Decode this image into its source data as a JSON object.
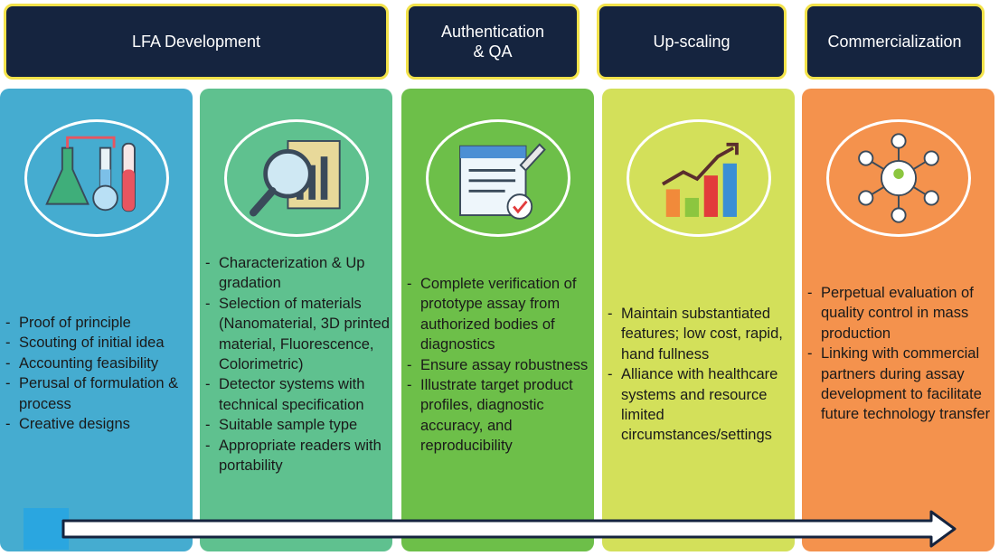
{
  "headers": {
    "lfa_development": "LFA Development",
    "authentication": "Authentication\n& QA",
    "upscaling": "Up-scaling",
    "commercialization": "Commercialization"
  },
  "columns": [
    {
      "icon": "lab-flask-icon",
      "items": [
        "Proof of principle",
        "Scouting of initial idea",
        "Accounting feasibility",
        "Perusal of formulation & process",
        "Creative designs"
      ]
    },
    {
      "icon": "magnifier-chart-icon",
      "items": [
        "Characterization & Up gradation",
        "Selection of materials (Nanomaterial, 3D printed material, Fluorescence, Colorimetric)",
        "Detector systems with technical specification",
        "Suitable sample type",
        "Appropriate readers with portability"
      ]
    },
    {
      "icon": "clipboard-check-icon",
      "items": [
        "Complete verification of prototype assay from authorized bodies of diagnostics",
        "Ensure assay robustness",
        "Illustrate target product profiles, diagnostic accuracy, and reproducibility"
      ]
    },
    {
      "icon": "growth-chart-icon",
      "items": [
        "Maintain substantiated features; low cost, rapid, hand fullness",
        "Alliance with healthcare systems and resource limited circumstances/settings"
      ]
    },
    {
      "icon": "network-people-icon",
      "items": [
        "Perpetual evaluation of quality control in mass production",
        "Linking with commercial partners during assay development to facilitate future technology transfer"
      ]
    }
  ],
  "colors": {
    "header_bg": "#15243f",
    "header_border": "#f2e24a",
    "col1": "#45acd0",
    "col2": "#5fc18f",
    "col3": "#6dbf49",
    "col4": "#d3e05a",
    "col5": "#f4924d"
  }
}
